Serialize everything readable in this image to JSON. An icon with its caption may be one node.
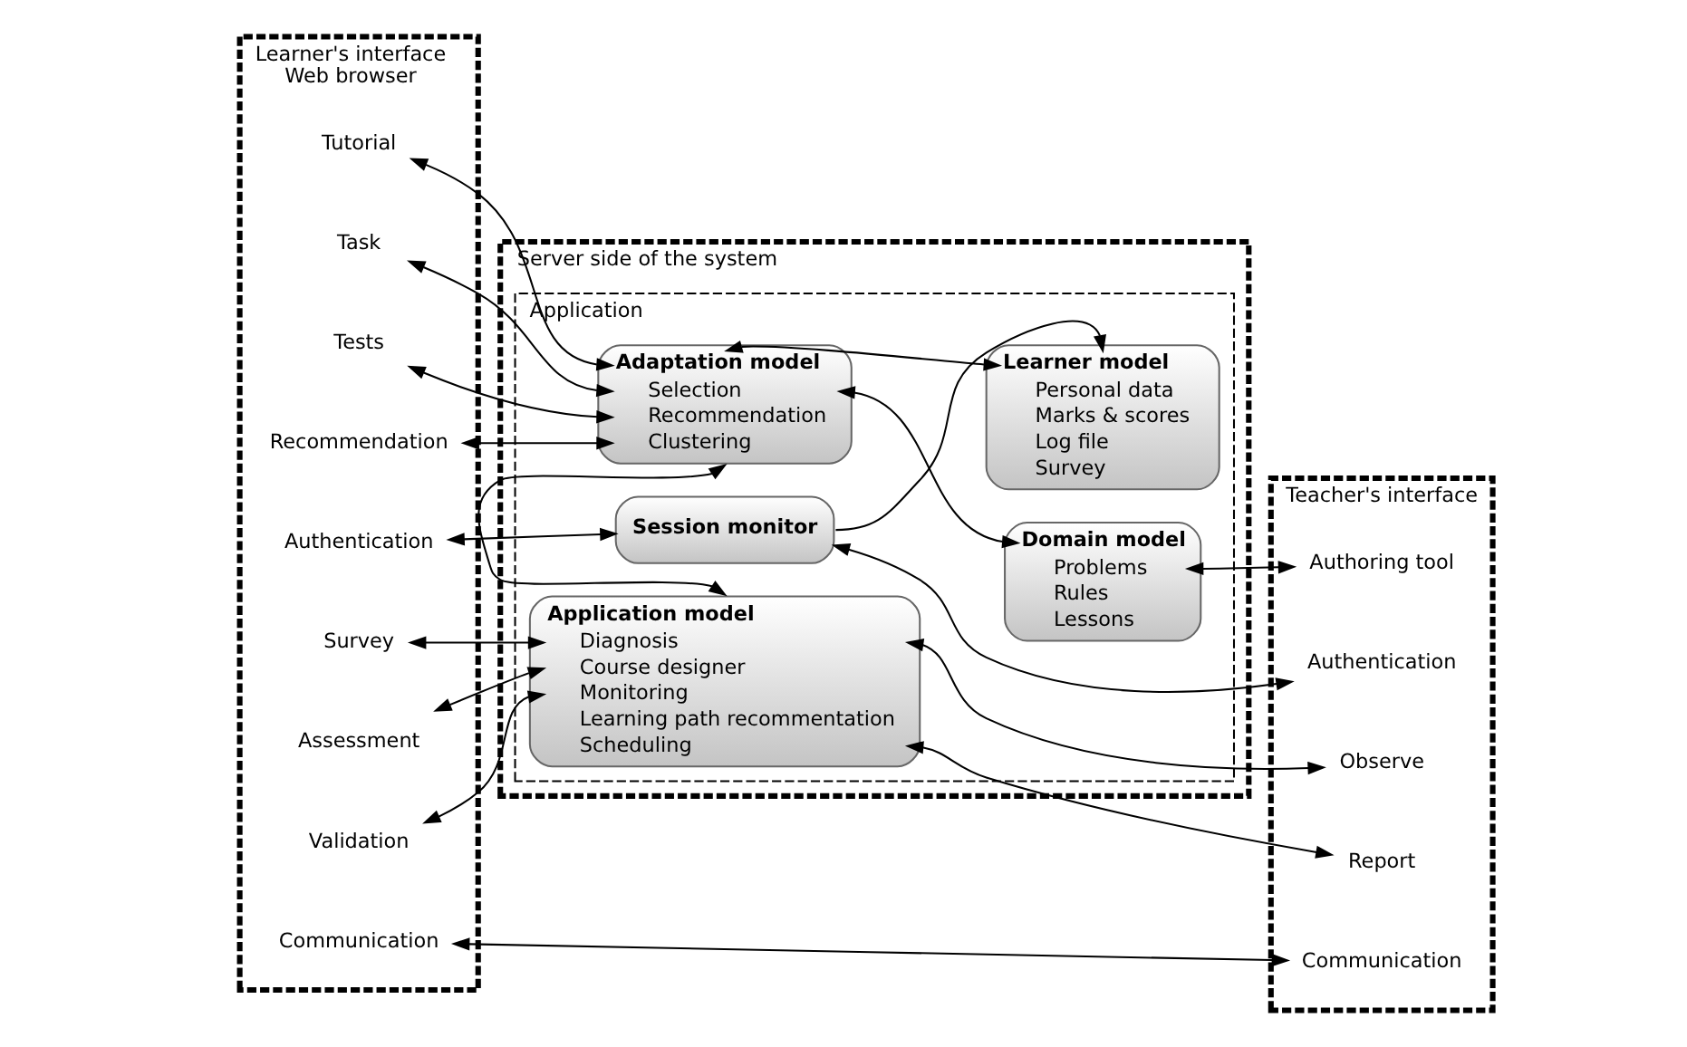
{
  "diagram": {
    "nodes": [
      {
        "text": [
          "Learner's interface",
          "Web browser"
        ]
      },
      {
        "text": [
          "Server side of the system"
        ]
      },
      {
        "text": [
          "Application"
        ],
        "in": 1
      },
      {
        "text": [
          "Teacher's interface"
        ]
      },
      {
        "text": [
          "Session monitor"
        ],
        "in": 2
      },
      {
        "text": [
          "Learner model",
          "Personal data",
          "Marks & scores",
          "Log file",
          "Survey"
        ],
        "in": 2
      },
      {
        "text": [
          "Adaptation model",
          "Selection",
          "Recommendation",
          "Clustering"
        ],
        "in": 2
      },
      {
        "text": [
          "Domain model",
          "Problems",
          "Rules",
          "Lessons"
        ],
        "in": 2
      },
      {
        "text": [
          "Application model",
          "Diagnosis",
          "Course designer",
          "Monitoring",
          "Learning path recommentation",
          "Scheduling"
        ],
        "in": 2
      },
      {
        "text": [
          "Authentication"
        ],
        "in": 0
      },
      {
        "text": [
          "Tutorial"
        ],
        "in": 0
      },
      {
        "text": [
          "Task"
        ],
        "in": 0
      },
      {
        "text": [
          "Tests"
        ],
        "in": 0
      },
      {
        "text": [
          "Recommendation"
        ],
        "in": 0
      },
      {
        "text": [
          "Survey"
        ],
        "in": 0
      },
      {
        "text": [
          "Assessment"
        ],
        "in": 0
      },
      {
        "text": [
          "Validation"
        ],
        "in": 0
      },
      {
        "text": [
          "Communication"
        ],
        "in": 0
      },
      {
        "text": [
          "Authentication"
        ],
        "in": 3
      },
      {
        "text": [
          "Authoring tool"
        ],
        "in": 3
      },
      {
        "text": [
          "Observe"
        ],
        "in": 3
      },
      {
        "text": [
          "Report"
        ],
        "in": 3
      },
      {
        "text": [
          "Communication"
        ],
        "in": 3
      }
    ],
    "edges": [
      {
        "from": 9,
        "to": 4,
        "arrow": "both"
      },
      {
        "from": 4,
        "to": 18,
        "arrow": "both"
      },
      {
        "from": 4,
        "to": 5,
        "arrow": "to"
      },
      {
        "from": 6,
        "to": 5,
        "arrow": "both"
      },
      {
        "from": 10,
        "to": 6,
        "arrow": "both"
      },
      {
        "from": 11,
        "to": 6,
        "arrow": "both"
      },
      {
        "from": 12,
        "to": 6,
        "arrow": "both"
      },
      {
        "from": 13,
        "to": 6,
        "arrow": "both"
      },
      {
        "from": 6,
        "to": 7,
        "arrow": "both"
      },
      {
        "from": 7,
        "to": 19,
        "arrow": "both"
      },
      {
        "from": 6,
        "to": 8,
        "arrow": "both"
      },
      {
        "from": 14,
        "to": 8,
        "arrow": "both"
      },
      {
        "from": 15,
        "to": 8,
        "arrow": "both"
      },
      {
        "from": 16,
        "to": 8,
        "arrow": "both"
      },
      {
        "from": 8,
        "to": 20,
        "arrow": "both"
      },
      {
        "from": 8,
        "to": 21,
        "arrow": "both"
      },
      {
        "from": 17,
        "to": 22,
        "arrow": "both"
      }
    ]
  }
}
